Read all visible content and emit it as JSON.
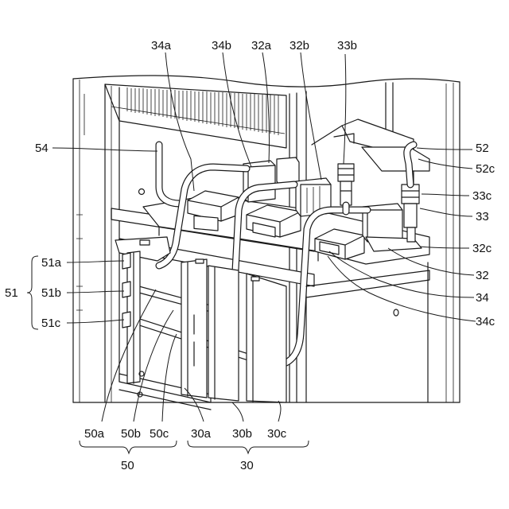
{
  "labels": {
    "l34a": "34a",
    "l34b": "34b",
    "l32a": "32a",
    "l32b": "32b",
    "l33b": "33b",
    "l54": "54",
    "l52": "52",
    "l52c": "52c",
    "l33c": "33c",
    "l33": "33",
    "l32c": "32c",
    "l32": "32",
    "l34": "34",
    "l34c": "34c",
    "l51": "51",
    "l51a": "51a",
    "l51b": "51b",
    "l51c": "51c",
    "l50a": "50a",
    "l50b": "50b",
    "l50c": "50c",
    "l30a": "30a",
    "l30b": "30b",
    "l30c": "30c",
    "l50": "50",
    "l30": "30"
  }
}
